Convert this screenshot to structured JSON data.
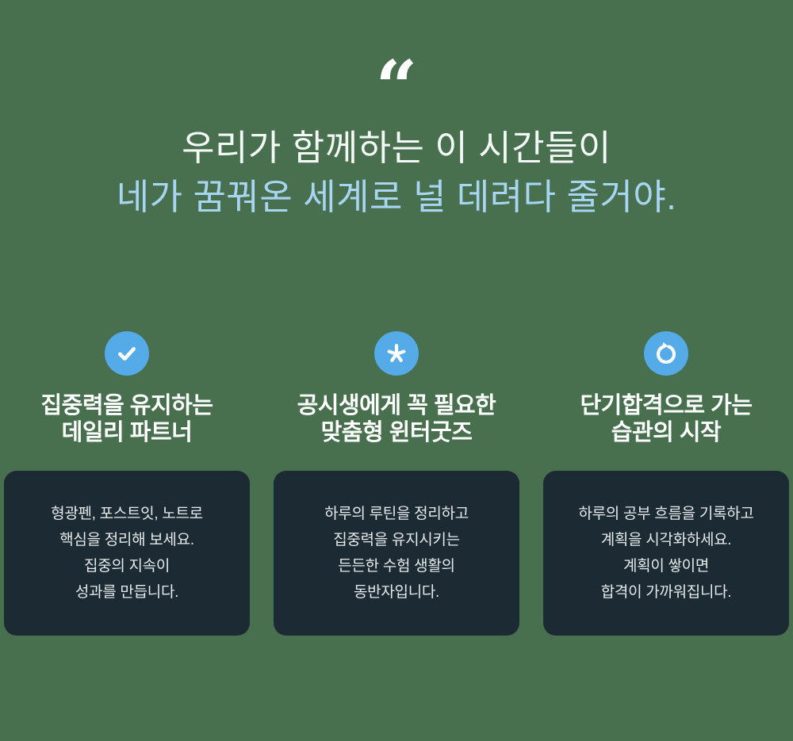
{
  "theme": {
    "background": "#48704F",
    "card_background": "#1C2A34",
    "icon_circle_blue": "#55AAE8",
    "headline_accent_blue": "#A8D5F2",
    "heading_text": "#FFFFFF",
    "body_text": "#E6EAEA"
  },
  "quote_mark": "“",
  "headline": {
    "line1": "우리가 함께하는 이 시간들이",
    "line2": "네가 꿈꿔온 세계로 널 데려다 줄거야."
  },
  "features": [
    {
      "icon": "check-icon",
      "title_line1": "집중력을 유지하는",
      "title_line2": "데일리 파트너",
      "body_lines": [
        "형광펜, 포스트잇, 노트로",
        "핵심을 정리해 보세요.",
        "집중의 지속이",
        "성과를 만듭니다."
      ]
    },
    {
      "icon": "asterisk-icon",
      "title_line1": "공시생에게 꼭 필요한",
      "title_line2": "맞춤형 윈터굿즈",
      "body_lines": [
        "하루의 루틴을 정리하고",
        "집중력을 유지시키는",
        "든든한 수험 생활의",
        "동반자입니다."
      ]
    },
    {
      "icon": "refresh-icon",
      "title_line1": "단기합격으로 가는",
      "title_line2": "습관의 시작",
      "body_lines": [
        "하루의 공부 흐름을 기록하고",
        "계획을 시각화하세요.",
        "계획이 쌓이면",
        "합격이 가까워집니다."
      ]
    }
  ]
}
